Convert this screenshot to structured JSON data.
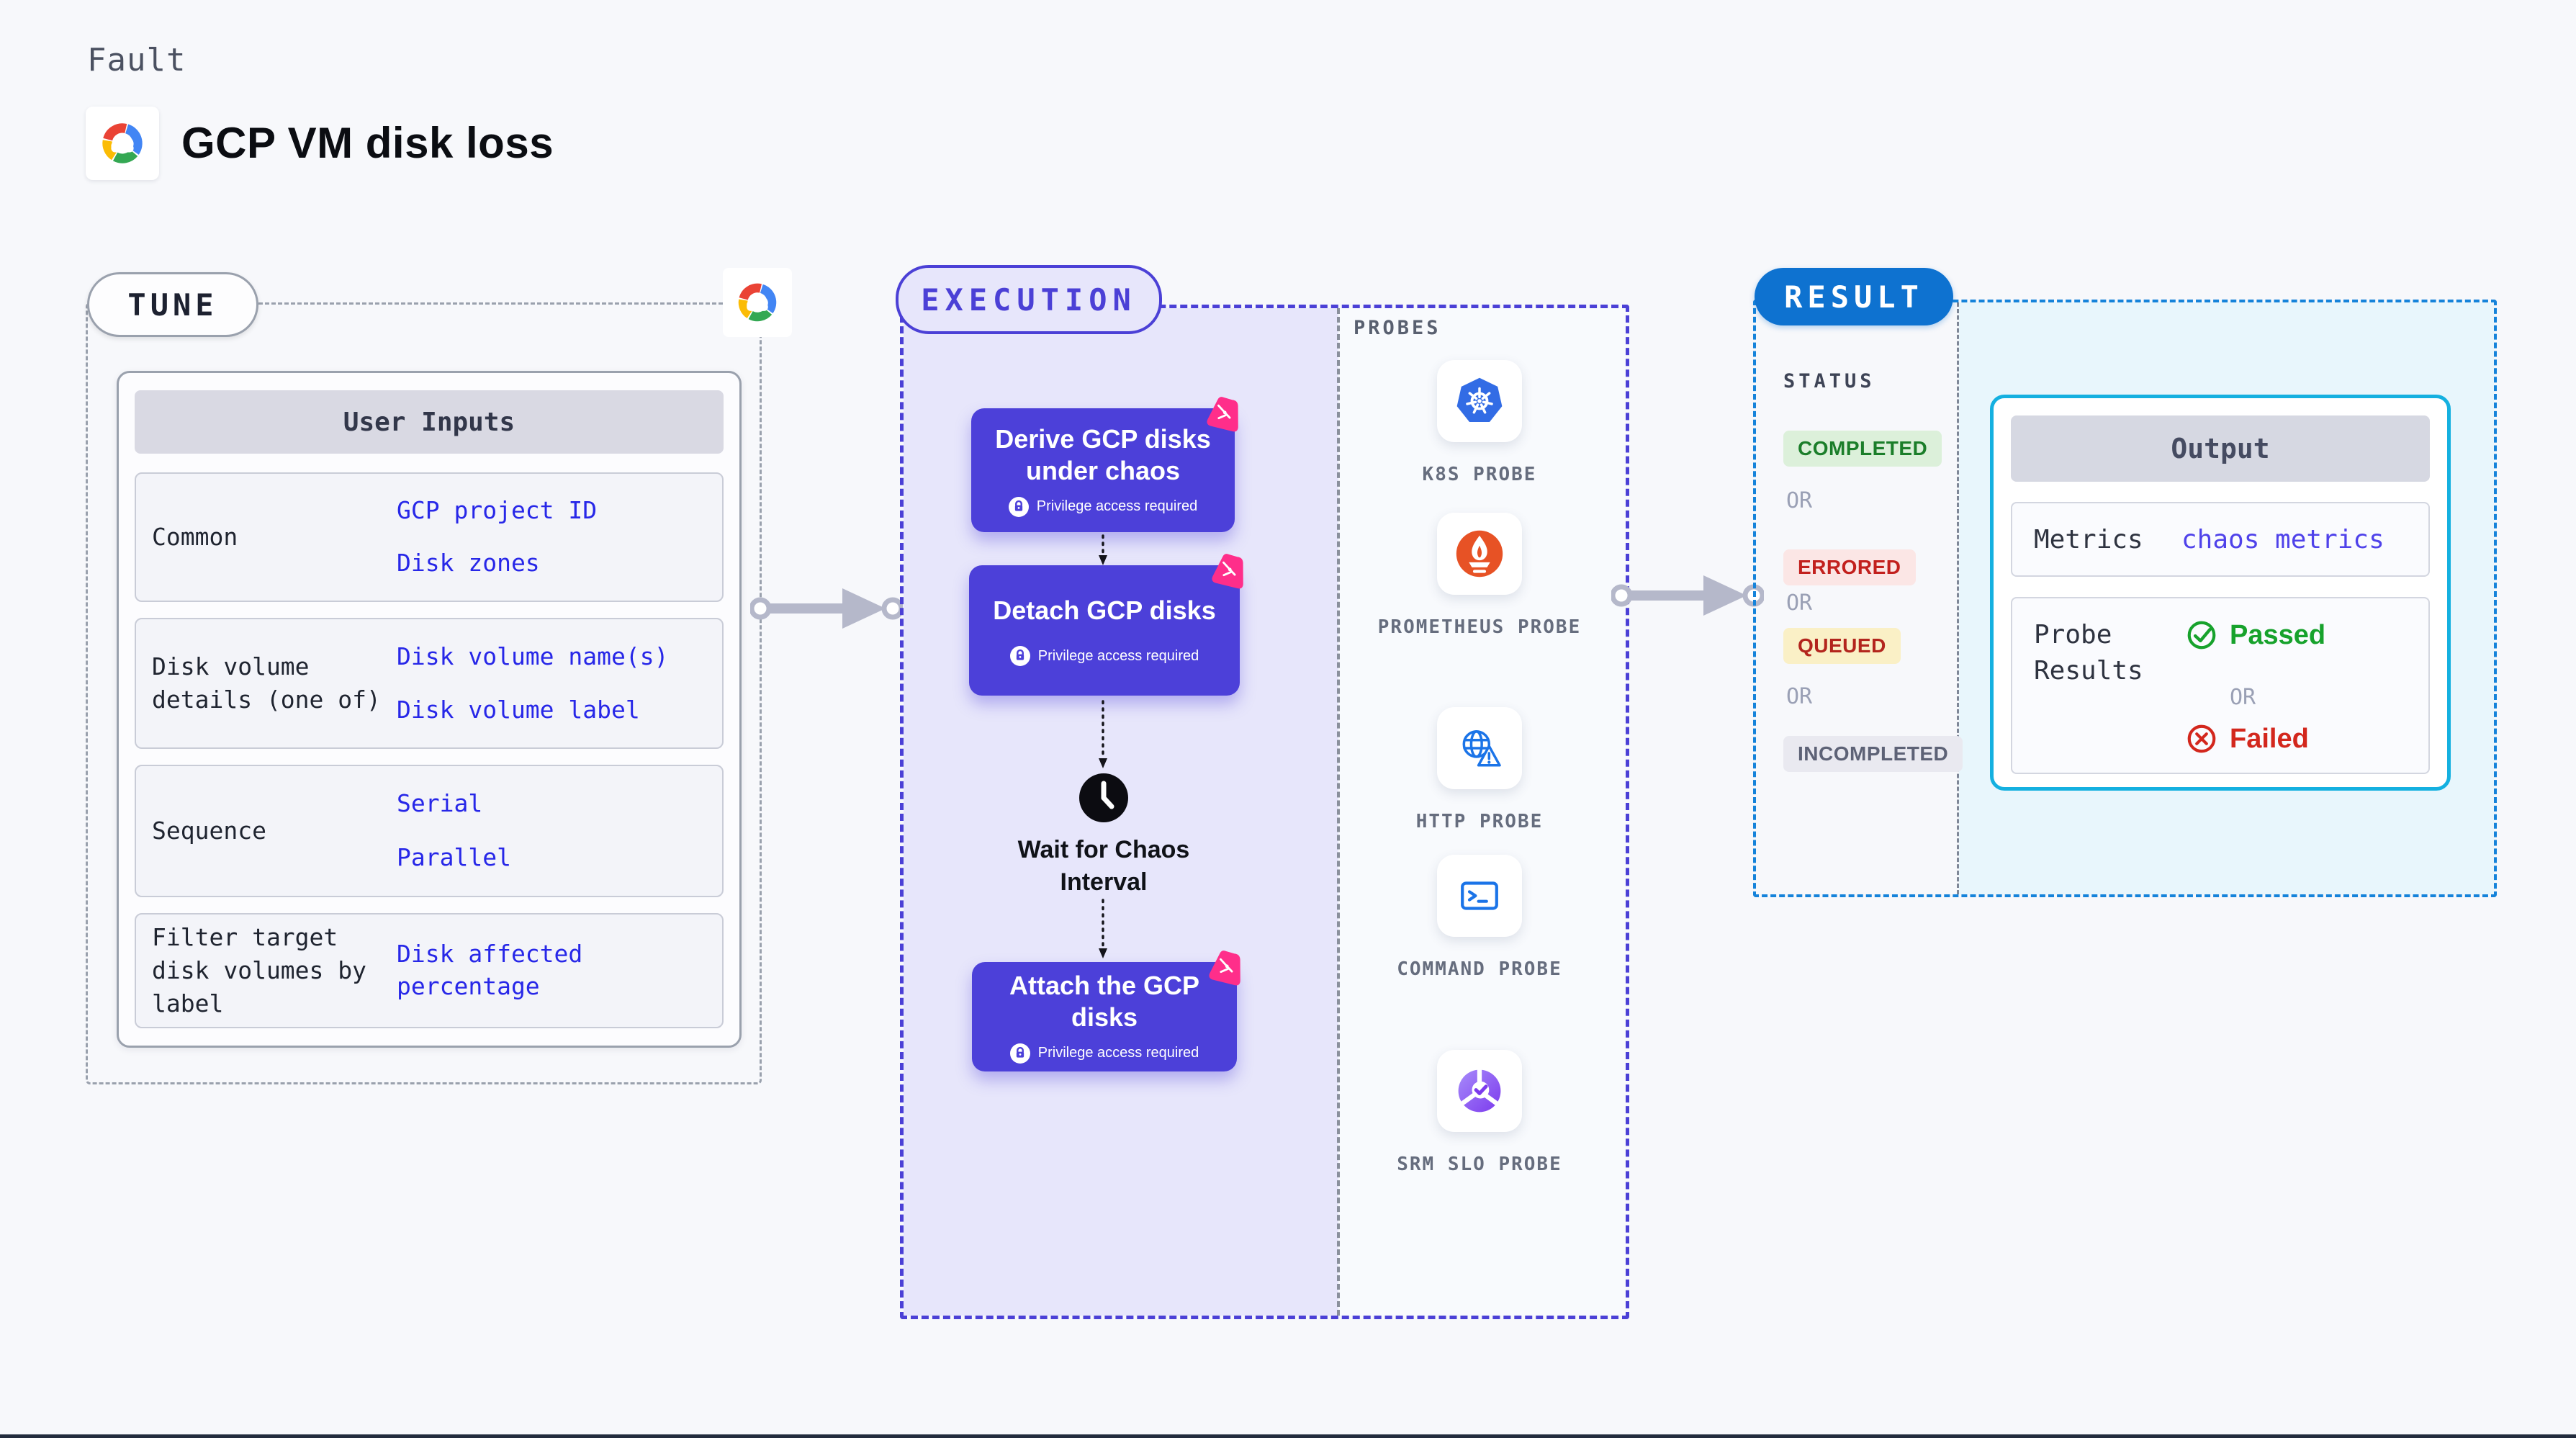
{
  "page": {
    "kicker": "Fault",
    "title": "GCP VM disk loss"
  },
  "tune": {
    "label": "TUNE",
    "table": {
      "header": "User Inputs",
      "rows": [
        {
          "label": "Common",
          "values": [
            "GCP project ID",
            "Disk zones"
          ]
        },
        {
          "label": "Disk volume details (one of)",
          "values": [
            "Disk volume name(s)",
            "Disk volume label"
          ]
        },
        {
          "label": "Sequence",
          "values": [
            "Serial",
            "Parallel"
          ]
        },
        {
          "label": "Filter target disk volumes by label",
          "values": [
            "Disk affected percentage"
          ]
        }
      ]
    }
  },
  "execution": {
    "label": "EXECUTION",
    "privilege_note": "Privilege access required",
    "steps": [
      {
        "title": "Derive GCP disks under chaos",
        "privileged": true
      },
      {
        "title": "Detach GCP disks",
        "privileged": true
      },
      {
        "title": "Wait for Chaos Interval",
        "privileged": false
      },
      {
        "title": "Attach the GCP disks",
        "privileged": true
      }
    ]
  },
  "probes": {
    "label": "PROBES",
    "items": [
      {
        "name": "K8S PROBE",
        "icon": "kubernetes-icon"
      },
      {
        "name": "PROMETHEUS PROBE",
        "icon": "prometheus-icon"
      },
      {
        "name": "HTTP PROBE",
        "icon": "http-probe-icon"
      },
      {
        "name": "COMMAND PROBE",
        "icon": "command-probe-icon"
      },
      {
        "name": "SRM SLO PROBE",
        "icon": "srm-slo-probe-icon"
      }
    ]
  },
  "result": {
    "label": "RESULT",
    "status_label": "STATUS",
    "or_label": "OR",
    "statuses": [
      {
        "text": "COMPLETED",
        "fg": "#1b7e2a",
        "bg": "#dcf0da"
      },
      {
        "text": "ERRORED",
        "fg": "#c2201d",
        "bg": "#fbe6e5"
      },
      {
        "text": "QUEUED",
        "fg": "#b3251d",
        "bg": "#faf0c6"
      },
      {
        "text": "INCOMPLETED",
        "fg": "#5d6276",
        "bg": "#e9e9f0"
      }
    ],
    "output": {
      "header": "Output",
      "metrics_label": "Metrics",
      "metrics_value": "chaos metrics",
      "probe_results_label": "Probe Results",
      "passed_label": "Passed",
      "or_label": "OR",
      "failed_label": "Failed"
    }
  },
  "colors": {
    "page_bg": "#f7f8fb",
    "tune_border": "#9aa1ad",
    "link_blue": "#2727e8",
    "accent_indigo": "#4b40d6",
    "card_indigo": "#4c40d9",
    "lavender_bg": "#e7e6fb",
    "litmus_pink": "#ff2e8a",
    "result_pill_blue": "#0e72d0",
    "result_border_blue": "#1583da",
    "cyan_bg": "#e8f6fc",
    "output_border_cyan": "#14b0e0",
    "passed_green": "#17a22c",
    "failed_red": "#d3271d",
    "status_completed_fg": "#1b7e2a",
    "status_errored_fg": "#c2201d",
    "status_queued_fg": "#b3251d",
    "status_incompleted_fg": "#5d6276"
  }
}
